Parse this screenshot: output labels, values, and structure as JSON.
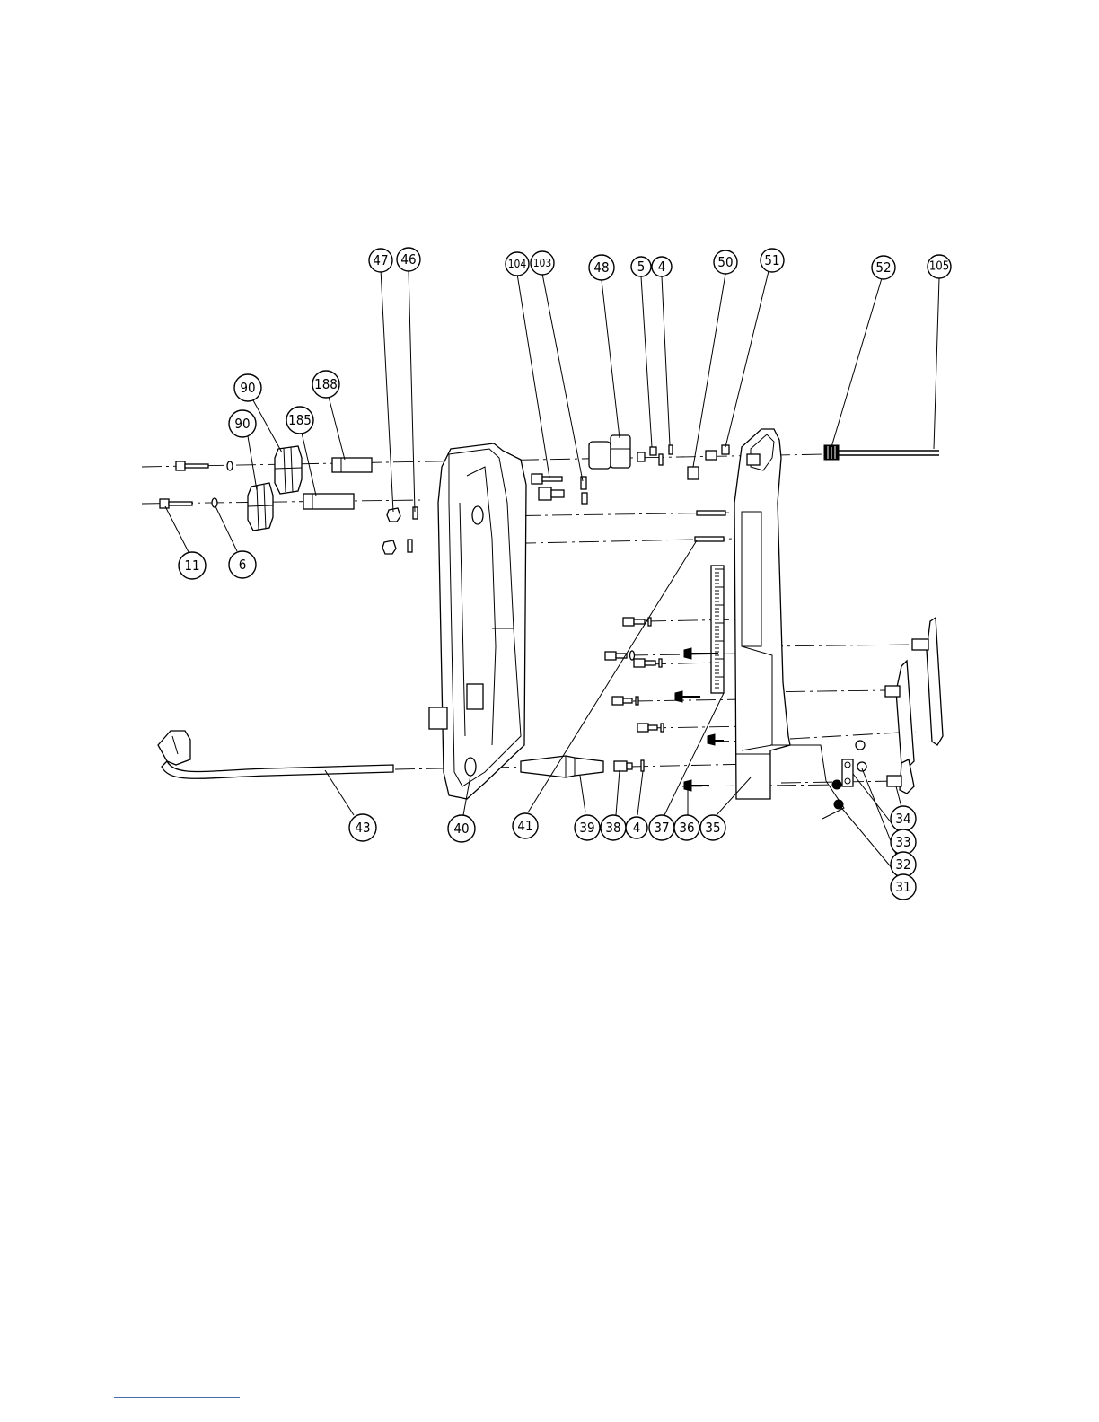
{
  "callouts": [
    {
      "id": "c47",
      "label": "47"
    },
    {
      "id": "c46",
      "label": "46"
    },
    {
      "id": "c104",
      "label": "104"
    },
    {
      "id": "c103",
      "label": "103"
    },
    {
      "id": "c48",
      "label": "48"
    },
    {
      "id": "c5",
      "label": "5"
    },
    {
      "id": "c4a",
      "label": "4"
    },
    {
      "id": "c50",
      "label": "50"
    },
    {
      "id": "c51",
      "label": "51"
    },
    {
      "id": "c52",
      "label": "52"
    },
    {
      "id": "c105",
      "label": "105"
    },
    {
      "id": "c90a",
      "label": "90"
    },
    {
      "id": "c188",
      "label": "188"
    },
    {
      "id": "c90b",
      "label": "90"
    },
    {
      "id": "c185",
      "label": "185"
    },
    {
      "id": "c11",
      "label": "11"
    },
    {
      "id": "c6",
      "label": "6"
    },
    {
      "id": "c43",
      "label": "43"
    },
    {
      "id": "c40",
      "label": "40"
    },
    {
      "id": "c41",
      "label": "41"
    },
    {
      "id": "c39",
      "label": "39"
    },
    {
      "id": "c38",
      "label": "38"
    },
    {
      "id": "c4b",
      "label": "4"
    },
    {
      "id": "c37",
      "label": "37"
    },
    {
      "id": "c36",
      "label": "36"
    },
    {
      "id": "c35",
      "label": "35"
    },
    {
      "id": "c34",
      "label": "34"
    },
    {
      "id": "c33",
      "label": "33"
    },
    {
      "id": "c32",
      "label": "32"
    },
    {
      "id": "c31",
      "label": "31"
    }
  ]
}
